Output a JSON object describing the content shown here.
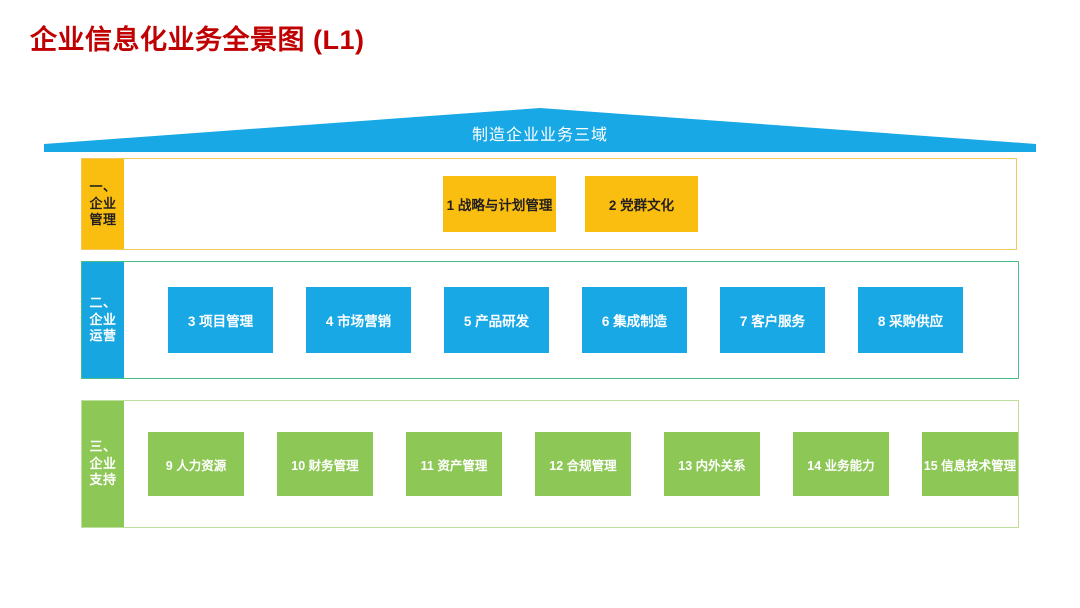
{
  "page": {
    "title": "企业信息化业务全景图 (L1)",
    "title_color": "#C00000",
    "background": "#FFFFFF"
  },
  "roof": {
    "label": "制造企业业务三域",
    "color": "#18A8E5",
    "text_color": "#FFFFFF"
  },
  "bands": [
    {
      "id": "band-1",
      "tab_lines": [
        "一、",
        "企业",
        "管理"
      ],
      "tab_bg": "#FABE10",
      "tab_text_color": "#231F20",
      "border_color": "#F2C75C",
      "card_bg": "#FABE10",
      "card_text_color": "#231F20",
      "cards": [
        {
          "num": "1",
          "label": "1 战略与计划管理"
        },
        {
          "num": "2",
          "label": "2 党群文化"
        }
      ]
    },
    {
      "id": "band-2",
      "tab_lines": [
        "二、",
        "企业",
        "运营"
      ],
      "tab_bg": "#18A6E0",
      "tab_text_color": "#FFFFFF",
      "border_color": "#4BBE8A",
      "card_bg": "#18A8E5",
      "card_text_color": "#FFFFFF",
      "cards": [
        {
          "num": "3",
          "label": "3 项目管理"
        },
        {
          "num": "4",
          "label": "4 市场营销"
        },
        {
          "num": "5",
          "label": "5 产品研发"
        },
        {
          "num": "6",
          "label": "6 集成制造"
        },
        {
          "num": "7",
          "label": "7 客户服务"
        },
        {
          "num": "8",
          "label": "8 采购供应"
        }
      ]
    },
    {
      "id": "band-3",
      "tab_lines": [
        "三、",
        "企业",
        "支持"
      ],
      "tab_bg": "#8DC756",
      "tab_text_color": "#FFFFFF",
      "border_color": "#BEDF9C",
      "card_bg": "#8DC756",
      "card_text_color": "#FFFFFF",
      "cards": [
        {
          "num": "9",
          "label": "9 人力资源"
        },
        {
          "num": "10",
          "label": "10 财务管理"
        },
        {
          "num": "11",
          "label": "11 资产管理"
        },
        {
          "num": "12",
          "label": "12 合规管理"
        },
        {
          "num": "13",
          "label": "13 内外关系"
        },
        {
          "num": "14",
          "label": "14 业务能力"
        },
        {
          "num": "15",
          "label": "15 信息技术管理"
        }
      ]
    }
  ]
}
